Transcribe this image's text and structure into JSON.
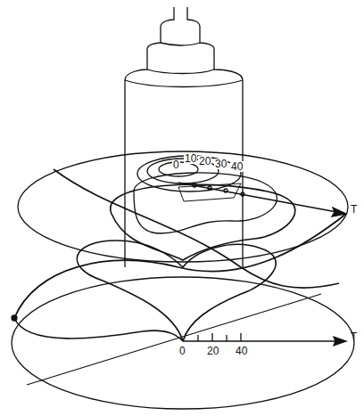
{
  "diagram": {
    "labels": [
      "0",
      "10",
      "20",
      "30",
      "40",
      "T",
      "0",
      "20",
      "40",
      "T"
    ]
  }
}
